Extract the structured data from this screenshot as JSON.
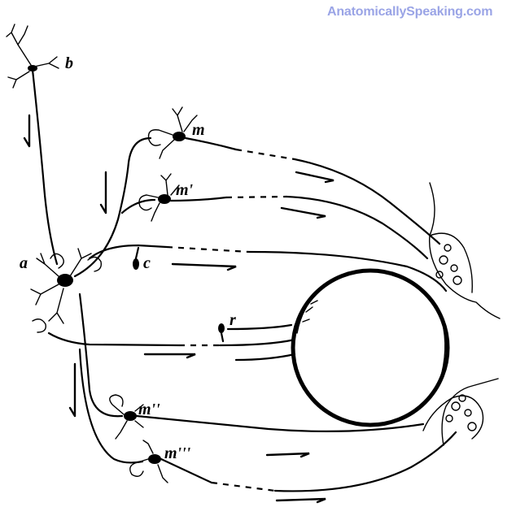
{
  "watermark": "AnatomicallySpeaking.com",
  "labels": {
    "b": "b",
    "a": "a",
    "m": "m",
    "m1": "m'",
    "c": "c",
    "r": "r",
    "m2": "m''",
    "m3": "m'''"
  }
}
